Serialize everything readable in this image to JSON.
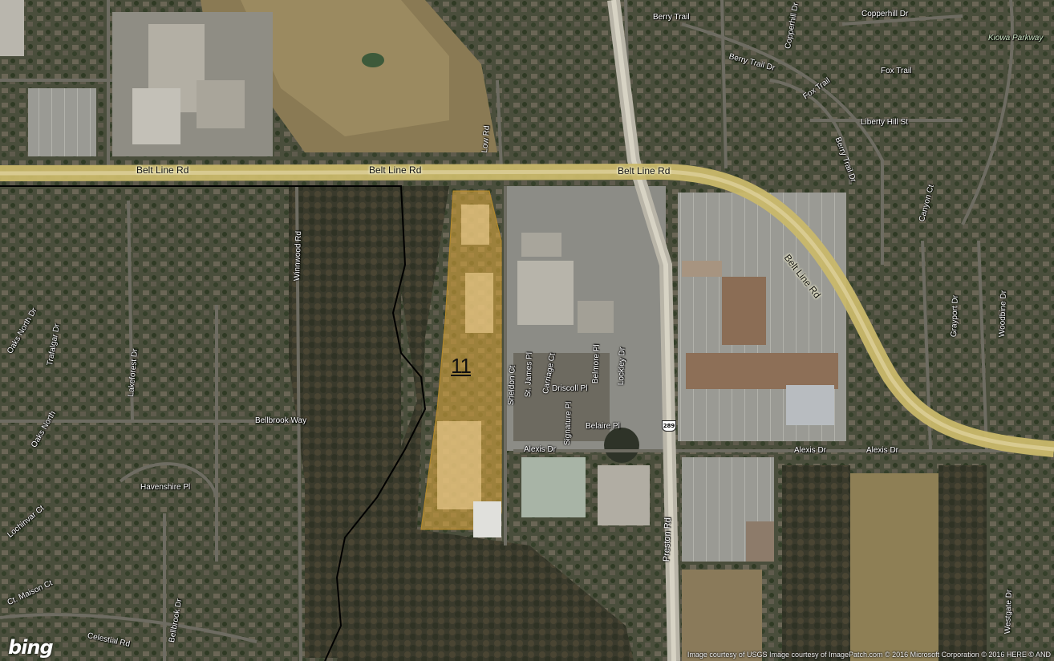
{
  "map": {
    "parcel_label": "11",
    "logo": "bing",
    "credit": "Image courtesy of USGS Image courtesy of ImagePatch.com © 2016 Microsoft Corporation © 2016 HERE © AND",
    "highway_shield": "289",
    "roads": {
      "belt_line_1": "Belt Line Rd",
      "belt_line_2": "Belt Line Rd",
      "belt_line_3": "Belt Line Rd",
      "belt_line_4": "Belt Line Rd",
      "preston": "Preston Rd",
      "alexis_1": "Alexis Dr",
      "alexis_2": "Alexis Dr",
      "alexis_3": "Alexis Dr",
      "bellbrook_way": "Bellbrook Way",
      "bellbrook_dr": "Bellbrook Dr",
      "havenshire": "Havenshire Pl",
      "celestial": "Celestial Rd",
      "winnwood": "Winnwood Rd",
      "lakeforest": "Lakeforest Dr",
      "trafalgar": "Trafalgar Dr",
      "oaks_north": "Oaks North Dr",
      "oaks_north_2": "Oaks North",
      "lochinvar": "Lochinvar Ct",
      "ct_maison": "Ct. Maison Ct",
      "carriage_ct": "Carriage Ct",
      "driscoll": "Driscoll Pl",
      "belmore": "Belmore Pl",
      "belaire": "Belaire Pl",
      "signature": "Signature Pl",
      "salisbury": "St. James Pl",
      "sheldon": "Sheldon Ct",
      "berry_trail": "Berry Trail Dr",
      "berry_trail_2": "Berry Trail Dr",
      "berry_trail_3": "Berry Trail",
      "copperhill": "Copperhill Dr",
      "copperhill_2": "Copperhill Dr",
      "fox_trail": "Fox Trail",
      "fox_trail_2": "Fox Trail",
      "liberty_hill": "Liberty Hill St",
      "kiowa": "Kiowa Parkway",
      "canyon": "Canyon Ct",
      "grayport": "Grayport Dr",
      "woodbine": "Woodbine Dr",
      "westgate": "Westgate Dr",
      "lockley": "Lockley Dr",
      "low_rd": "Low Rd"
    }
  },
  "colors": {
    "imagery": "#3b4030",
    "major_road": "#c9b86a",
    "parcel": "#d6a43c",
    "boundary": "#000000"
  }
}
